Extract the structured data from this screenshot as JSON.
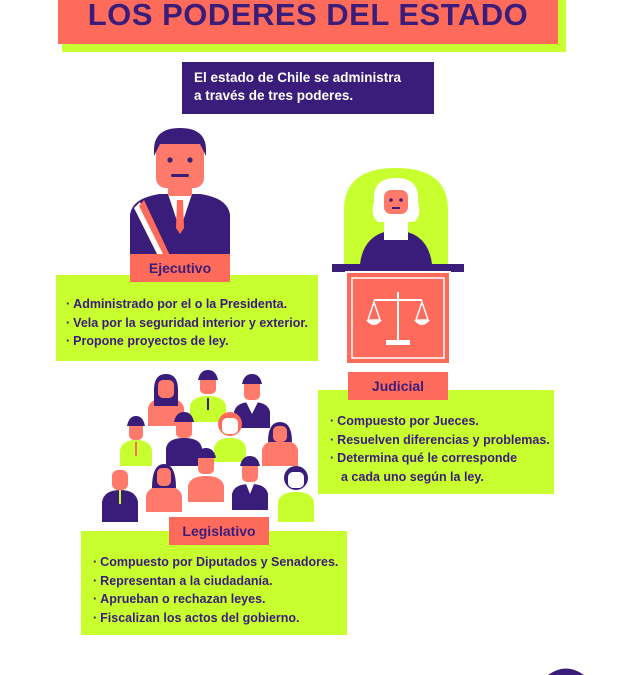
{
  "title": "LOS PODERES DEL ESTADO",
  "subtitle_lines": [
    "El estado de Chile se administra",
    "a través de tres poderes."
  ],
  "ejecutivo": {
    "label": "Ejecutivo",
    "items": [
      "Administrado por el o la Presidenta.",
      "Vela por la seguridad interior y exterior.",
      "Propone proyectos de ley."
    ]
  },
  "judicial": {
    "label": "Judicial",
    "items": [
      "Compuesto por Jueces.",
      "Resuelven diferencias y problemas.",
      "Determina qué le corresponde",
      "a cada uno según la ley."
    ]
  },
  "legislativo": {
    "label": "Legislativo",
    "items": [
      "Compuesto por Diputados y Senadores.",
      "Representan a la ciudadanía.",
      "Aprueban o rechazan leyes.",
      "Fiscalizan los actos del gobierno."
    ]
  },
  "colors": {
    "purple": "#3a1d7a",
    "coral": "#ff6b5b",
    "lime": "#c8ff2e",
    "skin": "#ff7a6a"
  }
}
